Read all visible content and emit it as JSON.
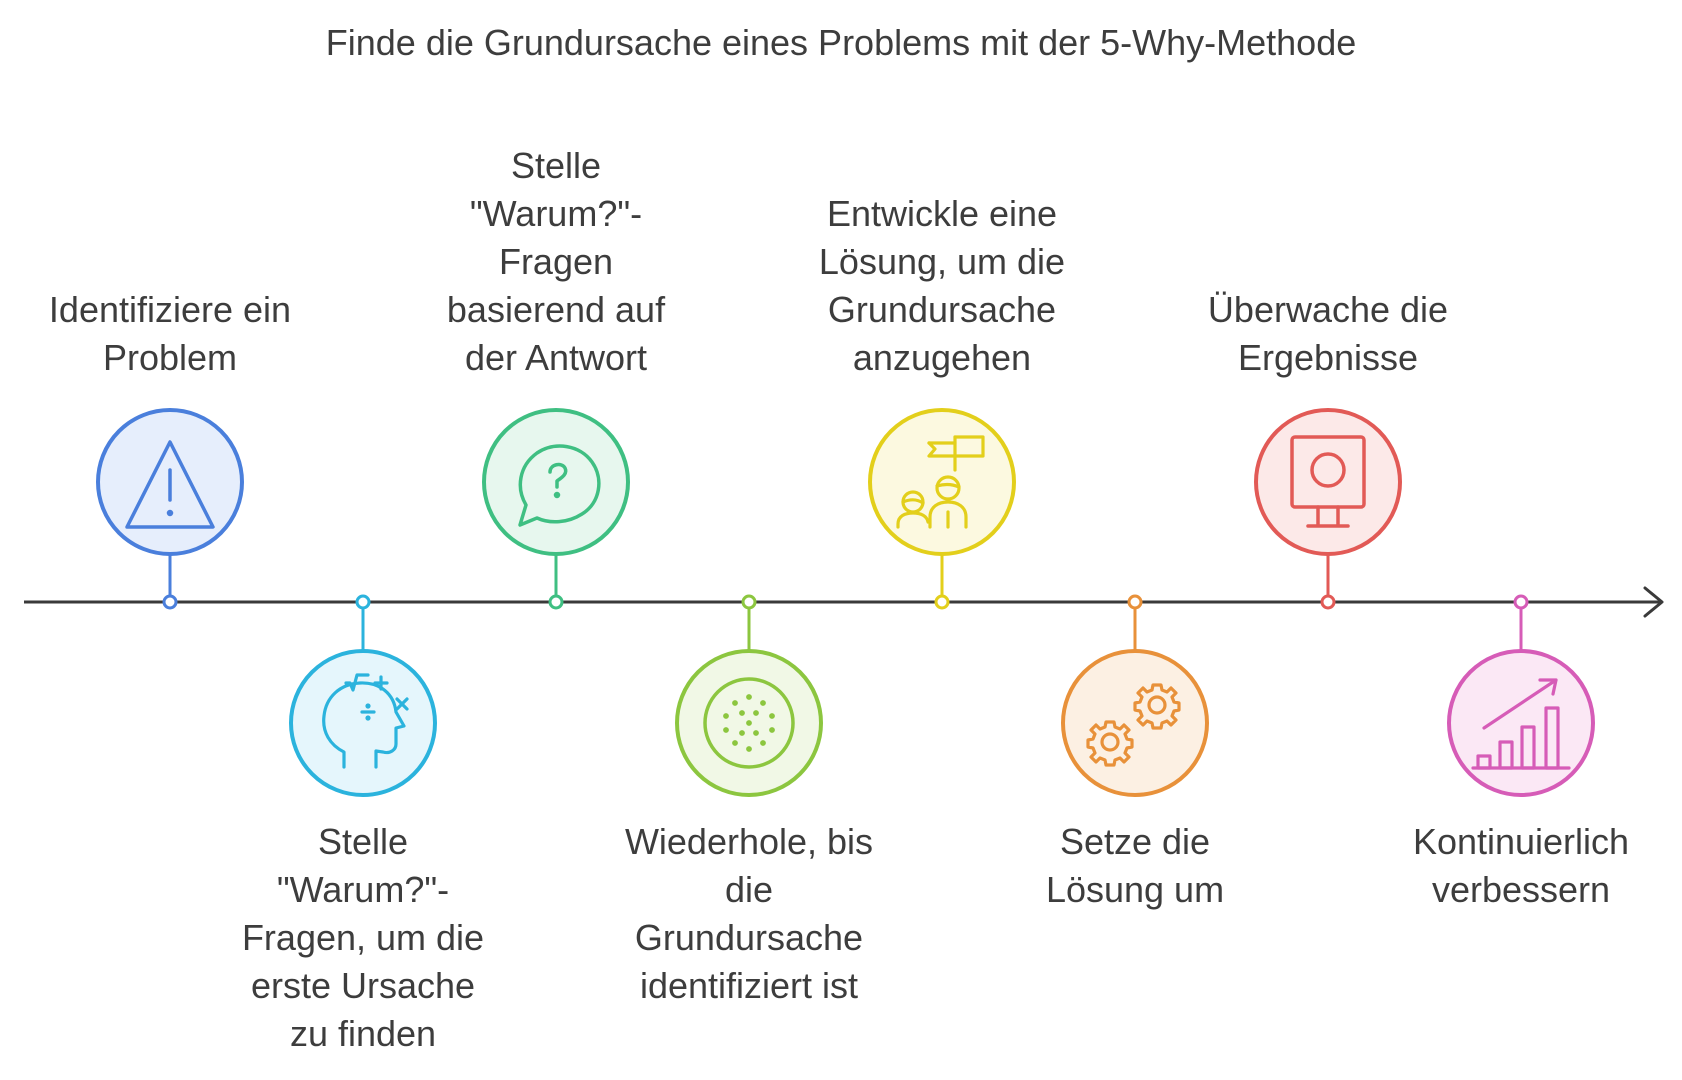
{
  "title": "Finde die Grundursache eines Problems mit der 5-Why-Methode",
  "steps": [
    {
      "label": "Identifiziere ein\nProblem",
      "position": "above",
      "color": "#4a7fdc",
      "fill": "#e6eefc",
      "icon": "warning-icon"
    },
    {
      "label": "Stelle\n\"Warum?\"-\nFragen, um die\nerste Ursache\nzu finden",
      "position": "below",
      "color": "#2bb3dd",
      "fill": "#e5f6fc",
      "icon": "head-math-icon"
    },
    {
      "label": "Stelle\n\"Warum?\"-\nFragen\nbasierend auf\nder Antwort",
      "position": "above",
      "color": "#3fbf82",
      "fill": "#e7f7ee",
      "icon": "question-bubble-icon"
    },
    {
      "label": "Wiederhole, bis\ndie\nGrundursache\nidentifiziert ist",
      "position": "below",
      "color": "#8cc63f",
      "fill": "#f1f8e6",
      "icon": "dotted-circle-icon"
    },
    {
      "label": "Entwickle eine\nLösung, um die\nGrundursache\nanzugehen",
      "position": "above",
      "color": "#e3cf1b",
      "fill": "#fcf9e0",
      "icon": "team-flag-icon"
    },
    {
      "label": "Setze die\nLösung um",
      "position": "below",
      "color": "#e8913a",
      "fill": "#fcf0e3",
      "icon": "gears-icon"
    },
    {
      "label": "Überwache die\nErgebnisse",
      "position": "above",
      "color": "#e25a56",
      "fill": "#fce9e8",
      "icon": "monitor-icon"
    },
    {
      "label": "Kontinuierlich\nverbessern",
      "position": "below",
      "color": "#d65cb7",
      "fill": "#fbe8f5",
      "icon": "growth-chart-icon"
    }
  ],
  "colors": {
    "axis": "#3a3a3a",
    "text": "#3d3d3d"
  }
}
